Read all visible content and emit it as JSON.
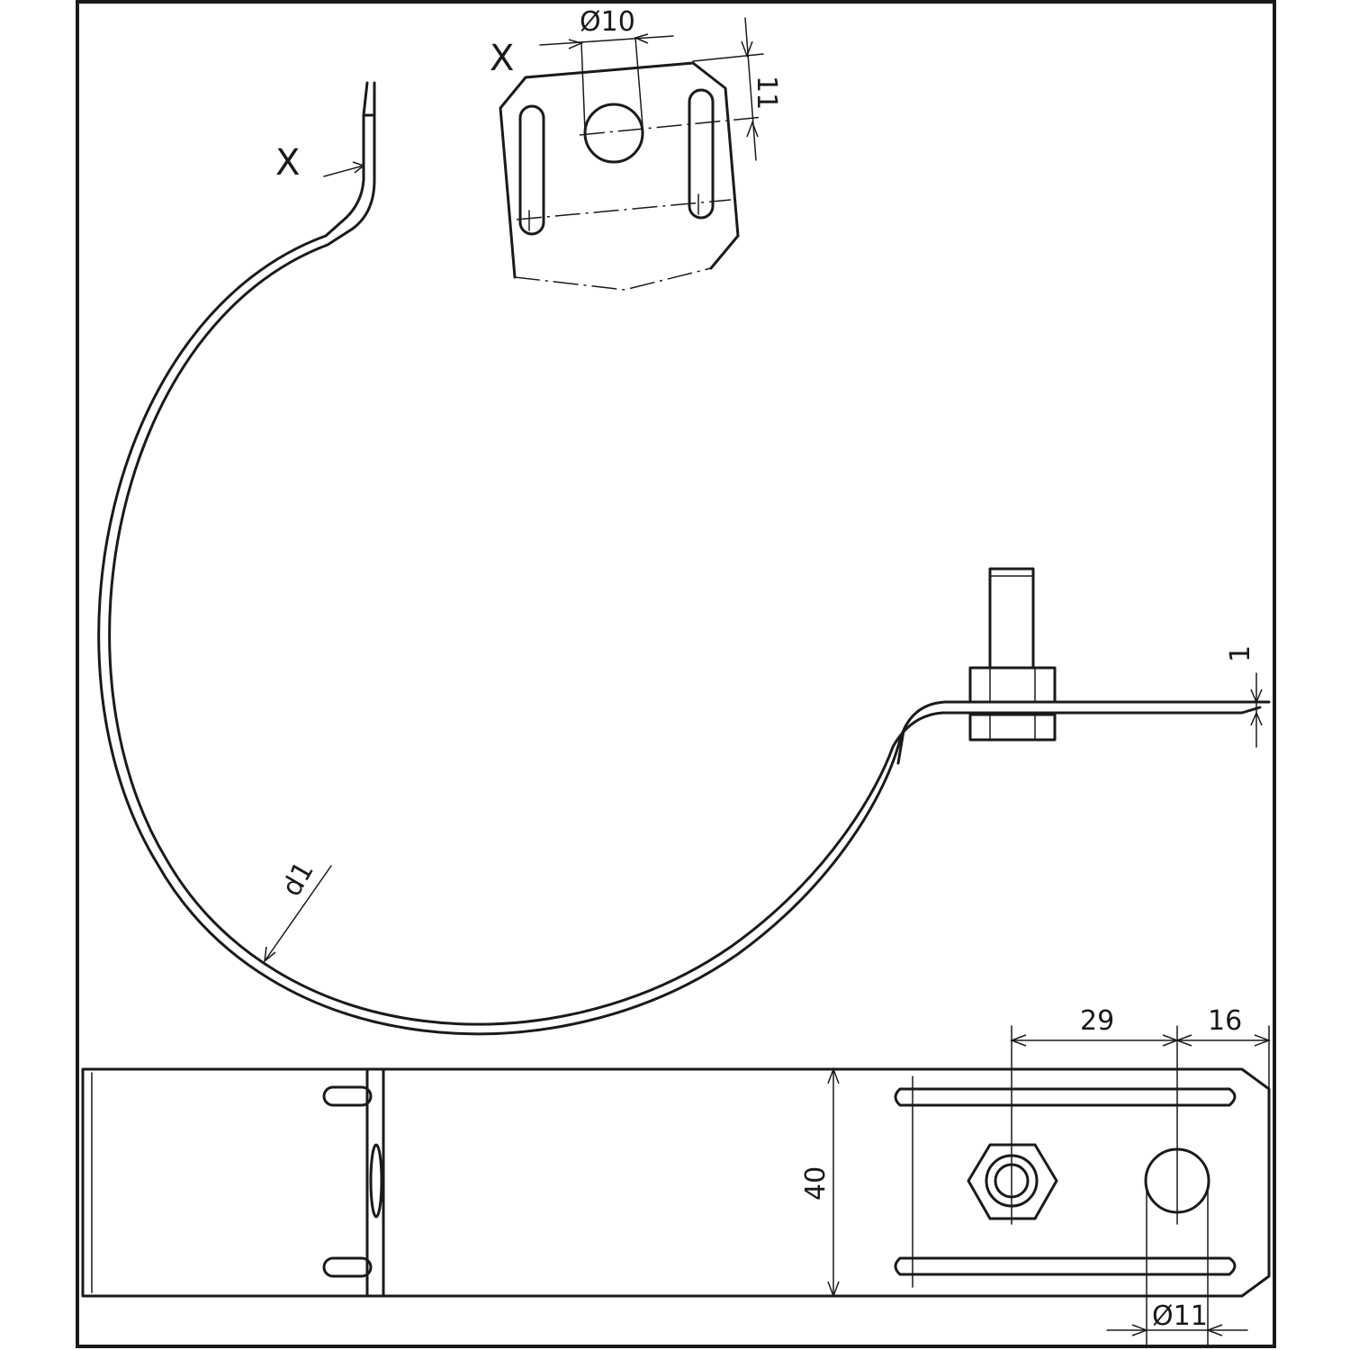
{
  "view_labels": {
    "detail_marker": "X",
    "detail_title": "X"
  },
  "dimensions": {
    "hole_detail": "Ø10",
    "edge_to_hole": "11",
    "band_thickness": "1",
    "diameter": "d1",
    "bolt_spacing": "29",
    "end_distance": "16",
    "band_width": "40",
    "hole_bottom": "Ø11"
  }
}
